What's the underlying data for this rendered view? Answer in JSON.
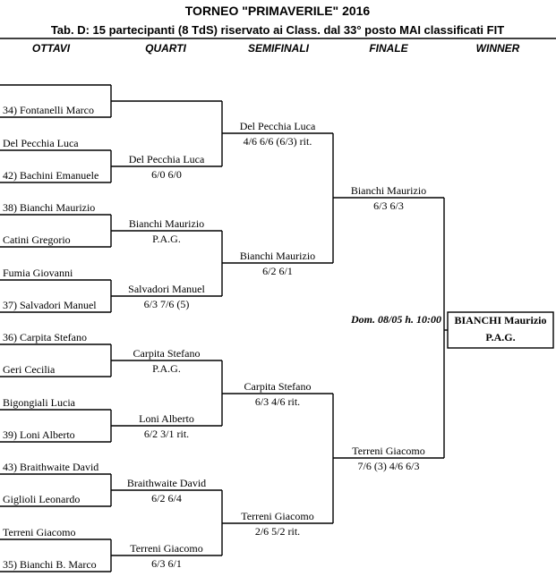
{
  "title": "TORNEO  \"PRIMAVERILE\"  2016",
  "subtitle": "Tab. D: 15 partecipanti (8 TdS) riservato ai Class. dal 33° posto MAI classificati FIT",
  "columns": [
    "OTTAVI",
    "QUARTI",
    "SEMIFINALI",
    "FINALE",
    "WINNER"
  ],
  "ottavi": [
    "",
    "34) Fontanelli Marco",
    "Del Pecchia Luca",
    "42) Bachini Emanuele",
    "38) Bianchi Maurizio",
    "Catini Gregorio",
    "Fumia Giovanni",
    "37) Salvadori Manuel",
    "36) Carpita Stefano",
    "Geri Cecilia",
    "Bigongiali Lucia",
    "39) Loni Alberto",
    "43) Braithwaite David",
    "Giglioli Leonardo",
    "Terreni Giacomo",
    "35) Bianchi B. Marco"
  ],
  "quarti": [
    {
      "name": "",
      "score": ""
    },
    {
      "name": "Del Pecchia Luca",
      "score": "6/0  6/0"
    },
    {
      "name": "Bianchi Maurizio",
      "score": "P.A.G."
    },
    {
      "name": "Salvadori Manuel",
      "score": "6/3  7/6 (5)"
    },
    {
      "name": "Carpita Stefano",
      "score": "P.A.G."
    },
    {
      "name": "Loni Alberto",
      "score": "6/2  3/1 rit."
    },
    {
      "name": "Braithwaite David",
      "score": "6/2  6/4"
    },
    {
      "name": "Terreni Giacomo",
      "score": "6/3  6/1"
    }
  ],
  "semifinali": [
    {
      "name": "Del Pecchia Luca",
      "score": "4/6  6/6 (6/3) rit."
    },
    {
      "name": "Bianchi Maurizio",
      "score": "6/2  6/1"
    },
    {
      "name": "Carpita Stefano",
      "score": "6/3  4/6  rit."
    },
    {
      "name": "Terreni Giacomo",
      "score": "2/6  5/2 rit."
    }
  ],
  "finale": [
    {
      "name": "Bianchi Maurizio",
      "score": "6/3  6/3"
    },
    {
      "name": "Terreni Giacomo",
      "score": "7/6 (3)  4/6  6/3"
    }
  ],
  "schedule": "Dom. 08/05  h. 10:00",
  "winner": {
    "name": "BIANCHI  Maurizio",
    "score": "P.A.G."
  }
}
